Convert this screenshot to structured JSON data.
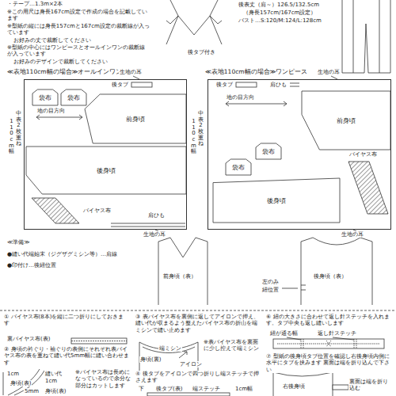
{
  "diagram": {
    "nodes": [
      {
        "text": [
          "≪表地110cm幅の場合≫オールインワン"
        ]
      },
      {
        "text": [
          "袋布"
        ],
        "in": 0
      },
      {
        "text": [
          "袋布"
        ],
        "in": 0
      },
      {
        "text": [
          "前身頃"
        ],
        "in": 0
      },
      {
        "text": [
          "後身頃"
        ],
        "in": 0
      },
      {
        "text": [
          "≪表地110cm幅の場合≫ワンピース"
        ]
      },
      {
        "text": [
          "前身頃"
        ],
        "in": 5
      },
      {
        "text": [
          "袋布"
        ],
        "in": 5
      },
      {
        "text": [
          "袋布"
        ],
        "in": 5
      },
      {
        "text": [
          "後身頃"
        ],
        "in": 5
      }
    ],
    "labels": [
      "・テープ…1.3m×2本",
      "※この用尺は身長167cm設定で作成の場合を記載しています",
      "※型紙の縦には身長157cmと167cm設定の裁断線が入っています",
      "お好みの丈で裁断してください",
      "※型紙の中心にはワンピースとオールインワンの裁断線が入っています",
      "お好みのデザインで裁断してください",
      "後表丈（肩～）126.5/132.5cm",
      "（身長157cm/167cm設定）",
      "バスト…S:120/M:124/L:128cm",
      "後タブ付き",
      "生地の耳",
      "後タブ",
      "地の目方向",
      "バイヤス布",
      "肩ひも",
      "生地の耳",
      "110cm幅",
      "中表2枚重ね",
      "生地の耳",
      "後タブ",
      "肩ひも",
      "地の目方向",
      "バイヤス布",
      "生地の耳",
      "110cm幅",
      "中表2枚重ね",
      "≪準備≫",
      "●縫い代端始末（ジグザグミシン等）…肩線",
      "●印付け…後紐位置",
      "前身頃（表）",
      "後身頃（表）",
      "左のみ",
      "紐位置",
      "① バイヤス布(8本)を縦に二つ折りにしておきます",
      "裏バイヤス布(表)",
      "② 身頃の衿ぐり・袖ぐりの表側にそれぞれ表バイヤス布の表を重ねて縫い代5mm幅に縫い合わせます",
      "縫い代",
      "1cm",
      "身頃(表)",
      "1cm",
      "5mm",
      "※バイヤス布は長めになっているので余分な部分はカットします",
      "身頃(表)",
      "③ 表バイヤス布を裏側に返してアイロンで押え、縫い代が収まるよう整えたバイヤス布の折山を端ミシンで縫い止めます",
      "※表バイヤス布を裏面に少し控えて端ミシン",
      "端ミシン",
      "アイロン",
      "身頃(裏)",
      "④ 後タブをアイロンで四つ折りし端ステッチで押さえます",
      "下",
      "後タブ(表)",
      "端ステッチ",
      "1cm幅",
      "⑥ 紐の大きさに合わせて返し針ステッチを入れます。タブ中央も返し縫いします",
      "紐が通る幅",
      "返し針ステッチ",
      "⑦ 型紙の後身頃タブ位置を確認し右後身頃内側に水平にタブを挟みます 裏面は端を折り込んで下さい",
      "右後身頃",
      "裏面は端を折り込む"
    ]
  }
}
